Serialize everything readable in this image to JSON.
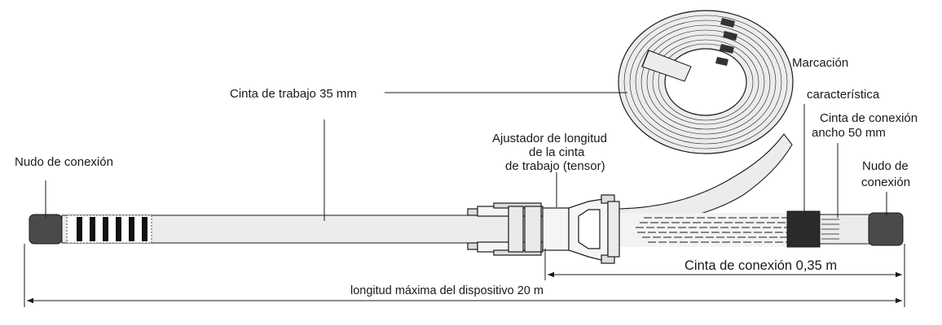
{
  "labels": {
    "nudo_left": "Nudo de conexión",
    "cinta_trabajo": "Cinta de trabajo 35 mm",
    "ajustador_line1": "Ajustador de longitud",
    "ajustador_line2": "de la cinta",
    "ajustador_line3": "de trabajo (tensor)",
    "marcacion_line1": "Marcación",
    "marcacion_line2": "característica",
    "cinta_conexion_line1": "Cinta de conexión",
    "cinta_conexion_line2": "ancho 50 mm",
    "nudo_right_line1": "Nudo de",
    "nudo_right_line2": "conexión",
    "dim_conexion": "Cinta de conexión 0,35 m",
    "dim_total": "longitud máxima del dispositivo 20 m"
  },
  "colors": {
    "line": "#1a1a1a",
    "strap_fill": "#ececec",
    "knot_fill": "#4a4a4a",
    "marking_fill": "#2a2a2a"
  }
}
